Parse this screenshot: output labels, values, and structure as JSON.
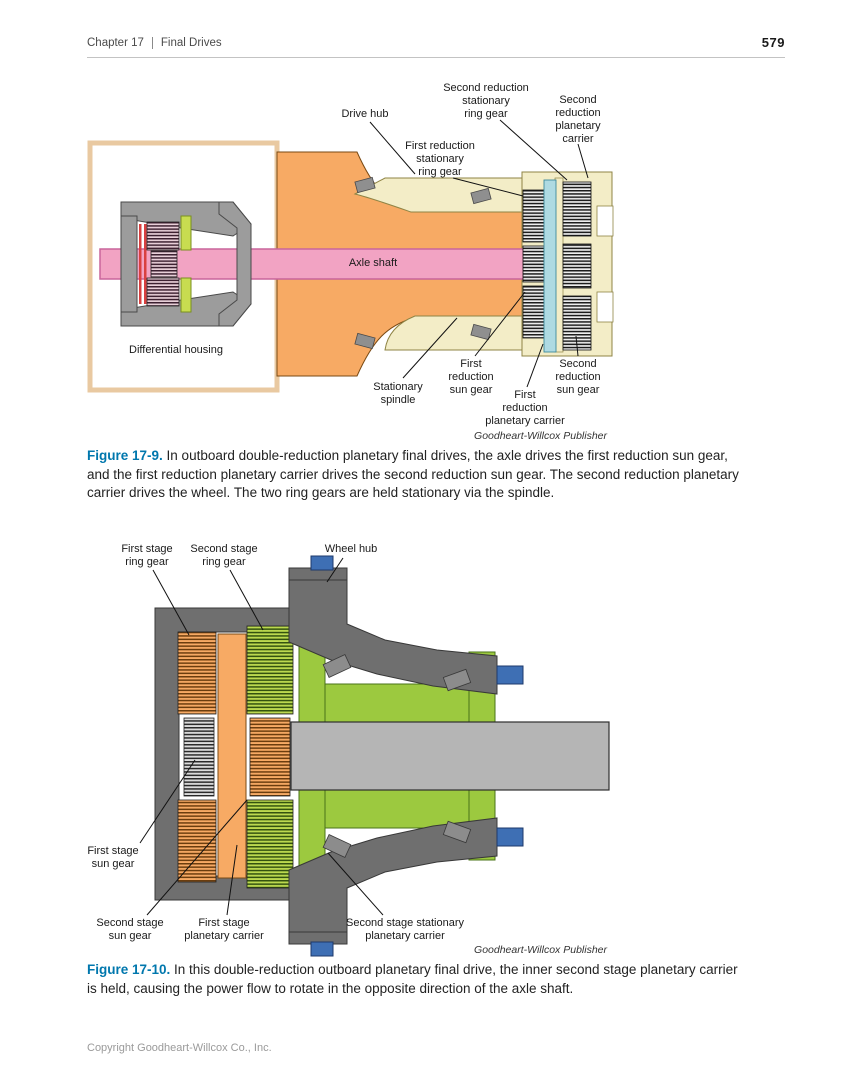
{
  "page": {
    "header_chapter": "Chapter 17",
    "header_title": "Final Drives",
    "page_number": "579",
    "footer": "Copyright Goodheart-Willcox Co., Inc."
  },
  "figure9": {
    "labels": {
      "second_reduction_stationary_ring_gear": "Second reduction\nstationary\nring gear",
      "second_reduction_planetary_carrier": "Second\nreduction\nplanetary\ncarrier",
      "drive_hub": "Drive hub",
      "first_reduction_stationary_ring_gear": "First reduction\nstationary\nring gear",
      "axle_shaft": "Axle shaft",
      "differential_housing": "Differential housing",
      "stationary_spindle": "Stationary\nspindle",
      "first_reduction_sun_gear": "First\nreduction\nsun gear",
      "first_reduction_planetary_carrier": "First\nreduction\nplanetary carrier",
      "second_reduction_sun_gear": "Second\nreduction\nsun gear"
    },
    "credit": "Goodheart-Willcox Publisher",
    "caption_label": "Figure 17-9.",
    "caption_text": "In outboard double-reduction planetary final drives, the axle drives the first reduction sun gear, and the first reduction planetary carrier drives the second reduction sun gear. The second reduction planetary carrier drives the wheel. The two ring gears are held stationary via the spindle."
  },
  "figure10": {
    "labels": {
      "first_stage_ring_gear": "First stage\nring gear",
      "second_stage_ring_gear": "Second stage\nring gear",
      "wheel_hub": "Wheel hub",
      "first_stage_sun_gear": "First stage\nsun gear",
      "second_stage_sun_gear": "Second stage\nsun gear",
      "first_stage_planetary_carrier": "First stage\nplanetary carrier",
      "second_stage_stationary_planetary_carrier": "Second stage stationary\nplanetary carrier"
    },
    "credit": "Goodheart-Willcox Publisher",
    "caption_label": "Figure 17-10.",
    "caption_text": "In this double-reduction outboard planetary final drive, the inner second stage planetary carrier is held, causing the power flow to rotate in the opposite direction of the axle shaft."
  },
  "colors": {
    "figure_label_blue": "#0077AD",
    "axle_pink": "#F2A3C3",
    "housing_orange": "#F7AA64",
    "spindle_cream": "#F3EDC7",
    "carrier_light_blue": "#AEDAE2",
    "carrier_green": "#9CC93F",
    "housing_dark_gray": "#6F6F6F",
    "bolt_blue": "#3E6FB4"
  }
}
